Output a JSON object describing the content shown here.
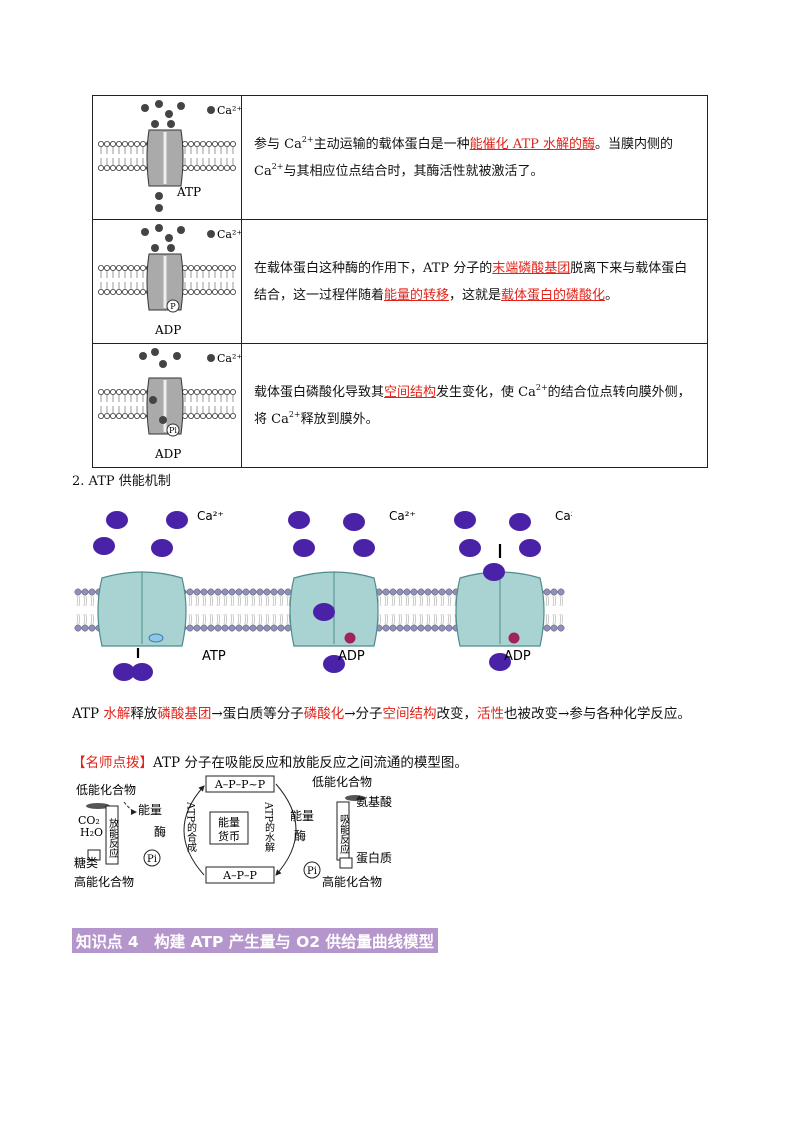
{
  "table": {
    "rows": [
      {
        "figure": {
          "ion_label": "Ca²⁺",
          "bottom_label": "ATP"
        },
        "segments": [
          {
            "t": "参与 Ca"
          },
          {
            "t": "2+",
            "sup": true
          },
          {
            "t": "主动运输的载体蛋白是一种"
          },
          {
            "t": "能催化 ATP 水解的酶",
            "hl": true
          },
          {
            "t": "。当膜内侧的 Ca"
          },
          {
            "t": "2+",
            "sup": true
          },
          {
            "t": "与其相应位点结合时，其酶活性就被激活了。"
          }
        ]
      },
      {
        "figure": {
          "ion_label": "Ca²⁺",
          "bottom_label": "ADP",
          "phosphate": "P"
        },
        "segments": [
          {
            "t": "在载体蛋白这种酶的作用下，ATP 分子的"
          },
          {
            "t": "末端磷酸基团",
            "hl": true
          },
          {
            "t": "脱离下来与载体蛋白结合，这一过程伴随着"
          },
          {
            "t": "能量的转移",
            "hl": true
          },
          {
            "t": "，这就是"
          },
          {
            "t": "载体蛋白的磷酸化",
            "hl": true
          },
          {
            "t": "。"
          }
        ]
      },
      {
        "figure": {
          "ion_label": "Ca²⁺",
          "bottom_label": "ADP",
          "phosphate": "Pi"
        },
        "segments": [
          {
            "t": "载体蛋白磷酸化导致其"
          },
          {
            "t": "空间结构",
            "hl": true
          },
          {
            "t": "发生变化，使 Ca"
          },
          {
            "t": "2+",
            "sup": true
          },
          {
            "t": "的结合位点转向膜外侧，将 Ca"
          },
          {
            "t": "2+",
            "sup": true
          },
          {
            "t": "释放到膜外。"
          }
        ]
      }
    ]
  },
  "section2_heading": "2. ATP 供能机制",
  "diagram2": {
    "ion_label": "Ca²⁺",
    "panels": [
      {
        "bottom_label": "ATP"
      },
      {
        "bottom_label": "ADP",
        "phosphate": "Pi"
      },
      {
        "bottom_label": "ADP",
        "phosphate": "Pi"
      }
    ]
  },
  "flow_segments": [
    {
      "t": "ATP "
    },
    {
      "t": "水解",
      "red": true
    },
    {
      "t": "释放"
    },
    {
      "t": "磷酸基团",
      "red": true
    },
    {
      "t": "→蛋白质等分子"
    },
    {
      "t": "磷酸化",
      "red": true
    },
    {
      "t": "→分子"
    },
    {
      "t": "空间结构",
      "red": true
    },
    {
      "t": "改变，"
    },
    {
      "t": "活性",
      "red": true
    },
    {
      "t": "也被改变→参与各种化学反应。"
    }
  ],
  "tip": {
    "bracket_label": "【名师点拨】",
    "text": "ATP 分子在吸能反应和放能反应之间流通的模型图。"
  },
  "model": {
    "left_top": "低能化合物",
    "left_co2": "CO₂",
    "left_h2o": "H₂O",
    "left_sugar": "糖类",
    "left_bottom": "高能化合物",
    "left_box": "放能反应",
    "left_energy": "能量",
    "left_enzyme": "酶",
    "left_pi": "Pi",
    "top_box": "A–P–P~P",
    "bottom_box": "A–P–P",
    "synthesis": "ATP的合成",
    "center": "能量货币",
    "hydrolysis": "ATP的水解",
    "right_energy": "能量",
    "right_enzyme": "酶",
    "right_pi": "Pi",
    "right_top": "低能化合物",
    "right_amino": "氨基酸",
    "right_box": "吸能反应",
    "right_protein": "蛋白质",
    "right_bottom": "高能化合物"
  },
  "knowledge_point": "知识点 4　构建 ATP 产生量与 O2 供给量曲线模型"
}
